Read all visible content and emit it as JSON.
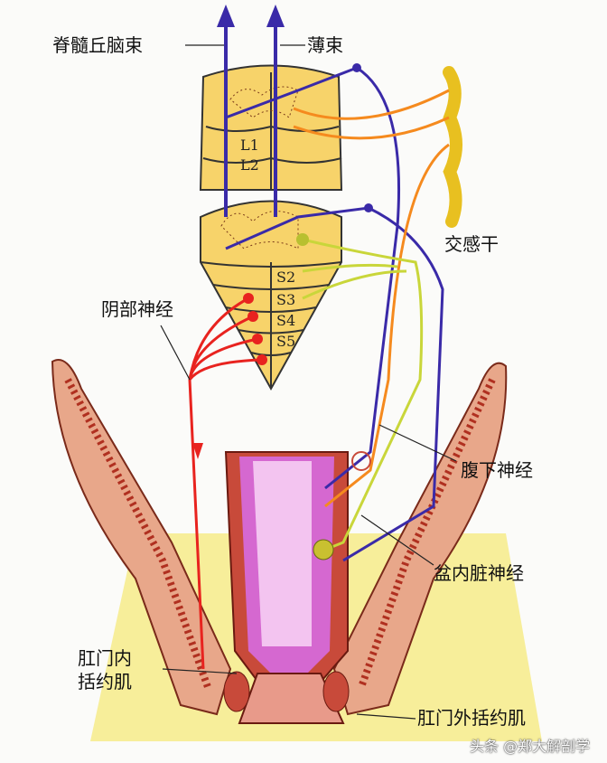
{
  "labels": {
    "spinothalamic": "脊髓丘脑束",
    "gracile": "薄束",
    "sympathetic_trunk": "交感干",
    "pudendal": "阴部神经",
    "hypogastric": "腹下神经",
    "pelvic_splanchnic": "盆内脏神经",
    "internal_sphincter_1": "肛门内",
    "internal_sphincter_2": "括约肌",
    "external_sphincter": "肛门外括约肌"
  },
  "segments": {
    "l1": "L1",
    "l2": "L2",
    "s2": "S2",
    "s3": "S3",
    "s4": "S4",
    "s5": "S5"
  },
  "watermark": "头条 @郑大解剖学",
  "colors": {
    "cord": "#f7d36a",
    "blue": "#3a2aa8",
    "orange": "#f58a1e",
    "red": "#e8231f",
    "yellowgreen": "#c9d63a",
    "muscle": "#c84a3a",
    "mucosa": "#d060c8",
    "fat": "#f7ee9a"
  }
}
